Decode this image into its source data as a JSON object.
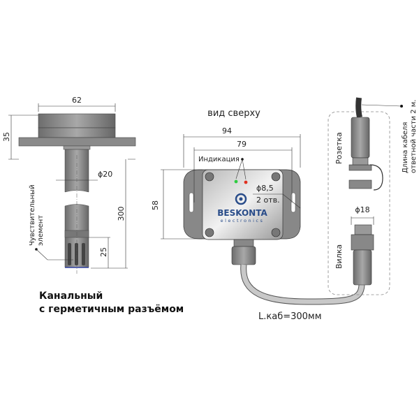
{
  "probe": {
    "dim_width": "62",
    "dim_height": "35",
    "dim_diameter": "ϕ20",
    "dim_length": "300",
    "dim_sensor": "25",
    "sensor_label_line1": "Чувствительный",
    "sensor_label_line2": "элемент"
  },
  "title": {
    "line1": "Канальный",
    "line2": "с герметичным разъёмом"
  },
  "top_view": {
    "caption": "вид сверху",
    "dim_overall": "94",
    "dim_holes": "79",
    "dim_height": "58",
    "indication_label": "Индикация",
    "hole_diameter": "ϕ8,5",
    "hole_count": "2 отв.",
    "logo_brand": "BESKONTA",
    "logo_sub": "electronics",
    "led_colors": [
      "#2ecc40",
      "#e03020"
    ]
  },
  "cable": {
    "length_label": "L.каб=300мм"
  },
  "connector": {
    "socket_label": "Розетка",
    "plug_label": "Вилка",
    "plug_diameter": "ϕ18",
    "mate_cable_line1": "Длина кабеля",
    "mate_cable_line2": "ответной части 2 м."
  }
}
